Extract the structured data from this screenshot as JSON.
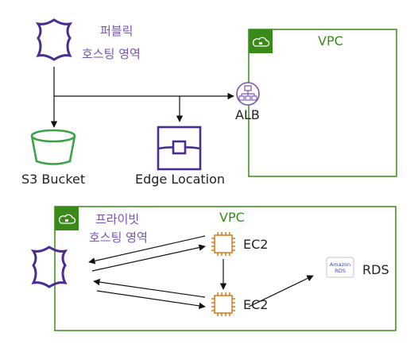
{
  "public_hosting": {
    "line1": "퍼블릭",
    "line2": "호스팅 영역"
  },
  "vpc_top": {
    "label": "VPC"
  },
  "alb": {
    "label": "ALB"
  },
  "s3": {
    "label": "S3 Bucket"
  },
  "edge": {
    "label": "Edge Location"
  },
  "private_hosting": {
    "line1": "프라이빗",
    "line2": "호스팅 영역"
  },
  "vpc_bottom": {
    "label": "VPC"
  },
  "ec2_top": {
    "label": "EC2"
  },
  "ec2_bottom": {
    "label": "EC2"
  },
  "rds": {
    "label": "RDS",
    "badge_line1": "Amazon",
    "badge_line2": "RDS"
  },
  "colors": {
    "vpc_green": "#3a8a1a",
    "route53_purple": "#4b2d91",
    "s3_green": "#3aa34a",
    "ec2_orange": "#d9781d",
    "rds_blue": "#3b48cc",
    "edge_purple": "#4b2d91"
  }
}
